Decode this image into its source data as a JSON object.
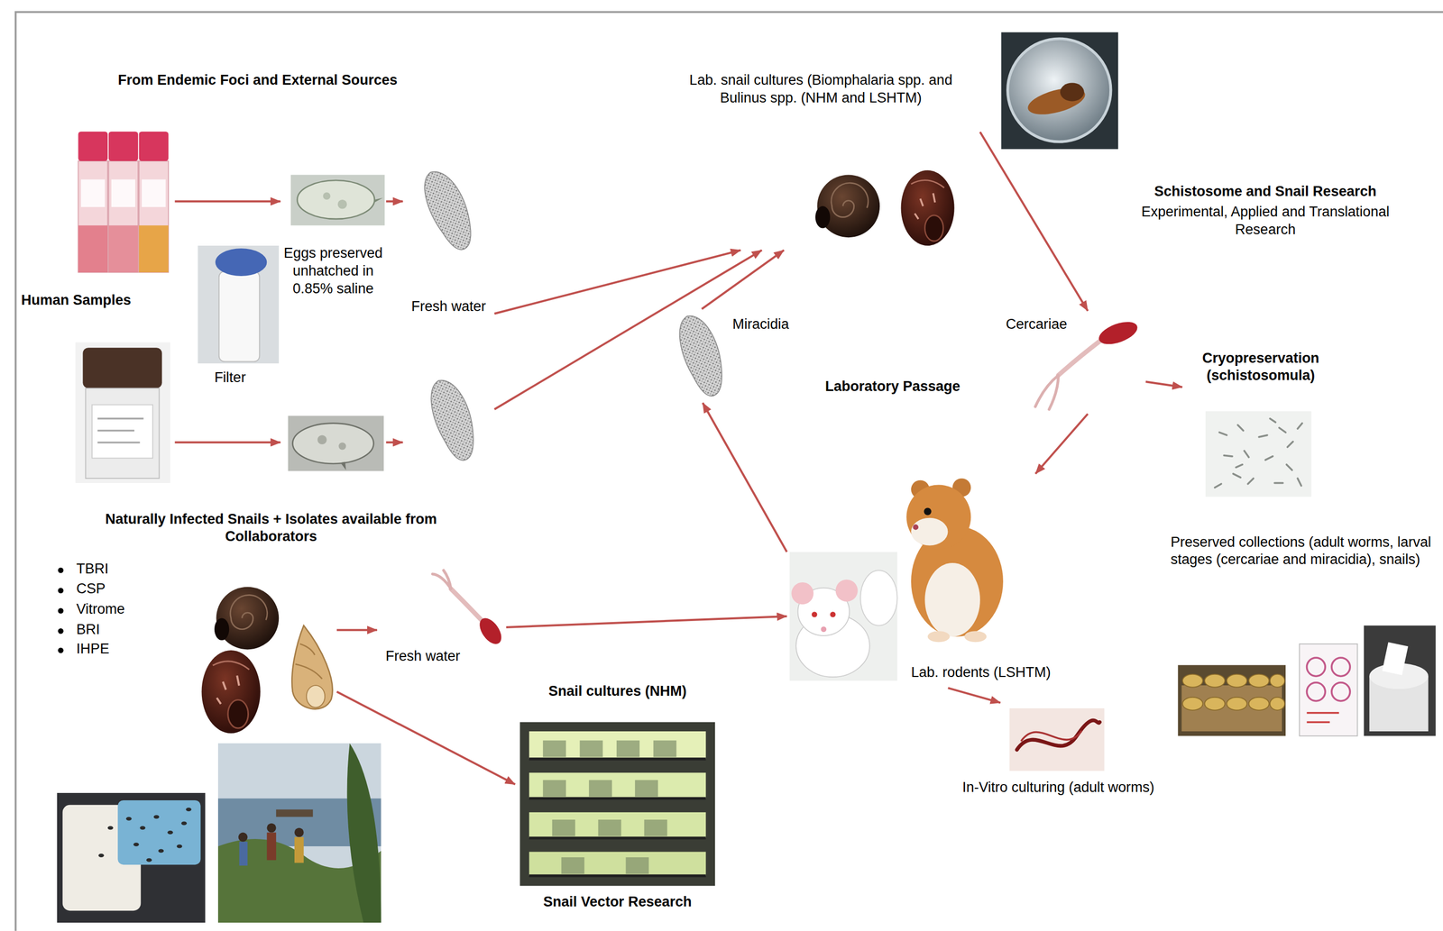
{
  "diagram": {
    "nodes": [
      {
        "text": [
          "Human Samples"
        ]
      },
      {
        "text": [
          "Eggs preserved unhatched in 0.85% saline"
        ]
      },
      {
        "text": [
          "Fresh water"
        ]
      },
      {
        "text": [
          "Lab. snail cultures (Biomphalaria spp. and Bulinus spp. (NHM and LSHTM)"
        ]
      },
      {
        "text": [
          "Miracidia"
        ]
      },
      {
        "text": [
          "Cercariae"
        ]
      },
      {
        "text": [
          "Cryopreservation (schistosomula)"
        ]
      },
      {
        "text": [
          "Lab. rodents (LSHTM)"
        ]
      },
      {
        "text": [
          "In-Vitro culturing (adult worms)"
        ]
      },
      {
        "text": [
          "Preserved collections (adult worms, larval stages (cercariae and miracidia), snails)"
        ]
      },
      {
        "text": [
          "Naturally Infected Snails + Isolates available from Collaborators",
          "TBRI",
          "CSP",
          "Vitrome",
          "BRI",
          "IHPE"
        ]
      },
      {
        "text": [
          "Fresh water"
        ]
      },
      {
        "text": [
          "Snail cultures (NHM)",
          "Snail Vector Research"
        ]
      }
    ],
    "edges": [
      {
        "from": 0,
        "to": 1,
        "arrow": "to"
      },
      {
        "from": 0,
        "to": 1,
        "arrow": "to"
      },
      {
        "from": 1,
        "to": 2,
        "arrow": "to"
      },
      {
        "from": 1,
        "to": 2,
        "arrow": "to"
      },
      {
        "from": 2,
        "to": 3,
        "arrow": "to"
      },
      {
        "from": 2,
        "to": 3,
        "arrow": "to"
      },
      {
        "from": 4,
        "to": 3,
        "arrow": "to"
      },
      {
        "from": 3,
        "to": 5,
        "arrow": "to"
      },
      {
        "from": 5,
        "to": 6,
        "arrow": "to"
      },
      {
        "from": 5,
        "to": 7,
        "arrow": "to"
      },
      {
        "from": 7,
        "to": 4,
        "arrow": "to"
      },
      {
        "from": 7,
        "to": 8,
        "arrow": "to"
      },
      {
        "from": 10,
        "to": 11,
        "arrow": "to"
      },
      {
        "from": 11,
        "to": 7,
        "arrow": "to"
      },
      {
        "from": 10,
        "to": 12,
        "arrow": "to"
      }
    ],
    "labels": [
      "From Endemic Foci and External Sources",
      "Filter",
      "Laboratory Passage",
      "Schistosome and Snail Research",
      "Experimental, Applied and Translational Research"
    ]
  }
}
